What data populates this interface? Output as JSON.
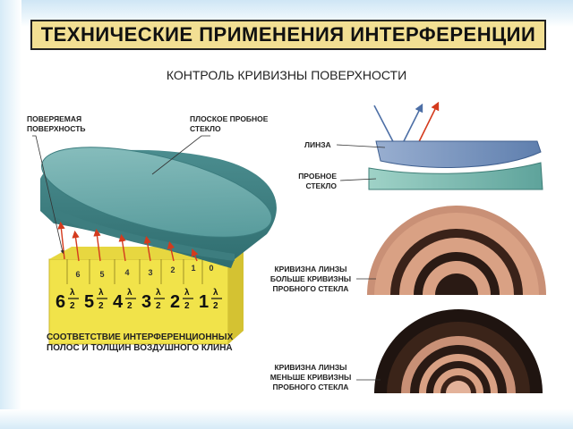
{
  "title": "ТЕХНИЧЕСКИЕ ПРИМЕНЕНИЯ ИНТЕРФЕРЕНЦИИ",
  "subtitle": "КОНТРОЛЬ КРИВИЗНЫ ПОВЕРХНОСТИ",
  "labels": {
    "tested_surface": [
      "ПОВЕРЯЕМАЯ",
      "ПОВЕРХНОСТЬ"
    ],
    "flat_glass": [
      "ПЛОСКОЕ ПРОБНОЕ",
      "СТЕКЛО"
    ],
    "lens": "ЛИНЗА",
    "test_glass": [
      "ПРОБНОЕ",
      "СТЕКЛО"
    ],
    "lens_greater": [
      "КРИВИЗНА ЛИНЗЫ",
      "БОЛЬШЕ КРИВИЗНЫ",
      "ПРОБНОГО СТЕКЛА"
    ],
    "lens_smaller": [
      "КРИВИЗНА ЛИНЗЫ",
      "МЕНЬШЕ КРИВИЗНЫ",
      "ПРОБНОГО СТЕКЛА"
    ],
    "correspondence": [
      "СООТВЕТСТВИЕ ИНТЕРФЕРЕНЦИОННЫХ",
      "ПОЛОС И ТОЛЩИН ВОЗДУШНОГО КЛИНА"
    ]
  },
  "fringe_numbers": [
    "6",
    "5",
    "4",
    "3",
    "2",
    "1",
    "0"
  ],
  "thickness_marks": [
    {
      "whole": "6",
      "num": "λ",
      "den": "2"
    },
    {
      "whole": "5",
      "num": "λ",
      "den": "2"
    },
    {
      "whole": "4",
      "num": "λ",
      "den": "2"
    },
    {
      "whole": "3",
      "num": "λ",
      "den": "2"
    },
    {
      "whole": "2",
      "num": "λ",
      "den": "2"
    },
    {
      "whole": "1",
      "num": "λ",
      "den": "2"
    }
  ],
  "colors": {
    "title_bg": "#f2df93",
    "glass": "#5fa3a4",
    "block": "#f1e34a",
    "arrow_red": "#d43a1d",
    "lens_blue": "#6f8db8",
    "ring_light": "#d9a184",
    "ring_dark": "#2a1a14"
  }
}
